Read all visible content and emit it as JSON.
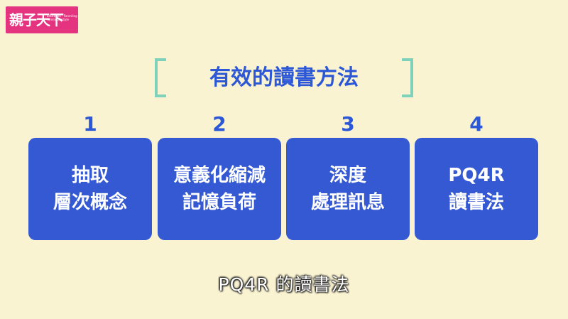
{
  "logo": {
    "main": "親子天下",
    "sub": [
      "Education · Parenting",
      "Family Lifestyle"
    ],
    "color": "#e4337f"
  },
  "heading": {
    "title": "有效的讀書方法"
  },
  "steps": [
    {
      "number": "1",
      "lines": [
        "抽取",
        "層次概念"
      ]
    },
    {
      "number": "2",
      "lines": [
        "意義化縮減",
        "記憶負荷"
      ]
    },
    {
      "number": "3",
      "lines": [
        "深度",
        "處理訊息"
      ]
    },
    {
      "number": "4",
      "lines": [
        "PQ4R",
        "讀書法"
      ]
    }
  ],
  "caption": "PQ4R 的讀書法",
  "colors": {
    "background": "#faf3d2",
    "accent": "#2c57d6",
    "card": "#3559d3",
    "bracket": "#7fd1b9"
  }
}
